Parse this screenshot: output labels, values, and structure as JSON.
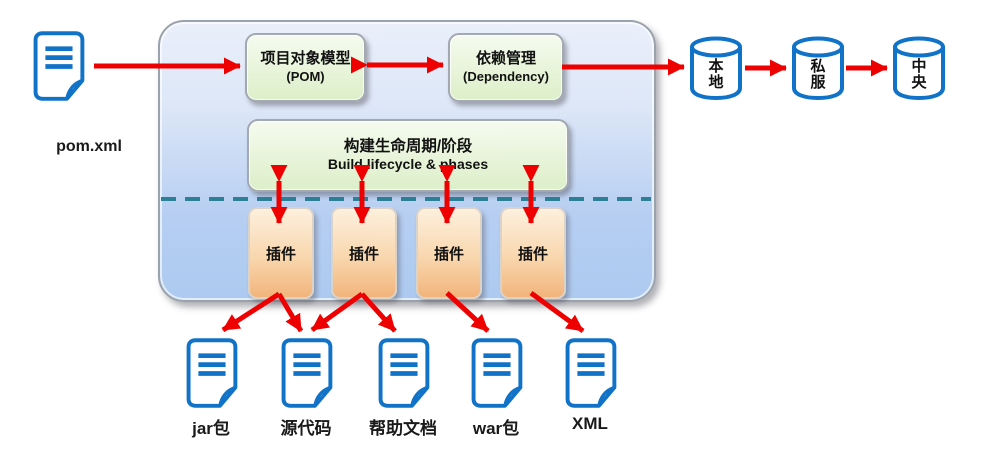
{
  "pom_file": {
    "label": "pom.xml"
  },
  "core": {
    "pom_box": {
      "line1": "项目对象模型",
      "line2": "(POM)"
    },
    "dependency_box": {
      "line1": "依赖管理",
      "line2": "(Dependency)"
    },
    "lifecycle_box": {
      "line1": "构建生命周期/阶段",
      "line2": "Build lifecycle & phases"
    },
    "plugins": [
      {
        "label": "插件"
      },
      {
        "label": "插件"
      },
      {
        "label": "插件"
      },
      {
        "label": "插件"
      }
    ]
  },
  "repositories": [
    {
      "label": "本地"
    },
    {
      "label": "私服"
    },
    {
      "label": "中央"
    }
  ],
  "outputs": [
    {
      "label": "jar包"
    },
    {
      "label": "源代码"
    },
    {
      "label": "帮助文档"
    },
    {
      "label": "war包"
    },
    {
      "label": "XML"
    }
  ],
  "icons": {
    "pom_file": "document-icon",
    "output": "document-icon",
    "repository": "database-cylinder-icon"
  },
  "colors": {
    "arrow": "#ee0000",
    "dashed_divider": "#2d7f95",
    "doc_stroke": "#1173c8",
    "container_top": "#eaeffb",
    "container_bottom": "#adcaf0",
    "green_box_top": "#f5fbf0",
    "green_box_bottom": "#ddefc9",
    "plugin_top": "#fdf0de",
    "plugin_bottom": "#f2b47c"
  }
}
